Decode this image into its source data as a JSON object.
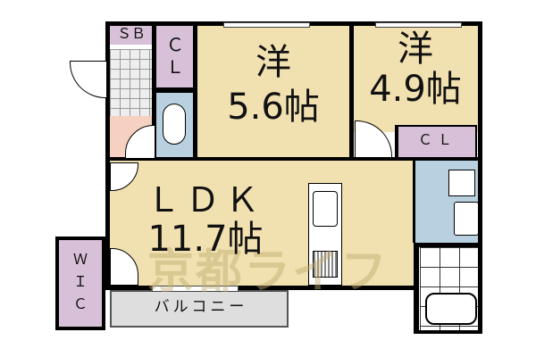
{
  "floor_plan": {
    "rooms": {
      "western_room_1": {
        "type": "洋",
        "size": "5.6帖"
      },
      "western_room_2": {
        "type": "洋",
        "size": "4.9帖"
      },
      "ldk": {
        "type": "ＬＤＫ",
        "size": "11.7帖"
      },
      "shoe_box": {
        "label": "ＳＢ"
      },
      "closet_1": {
        "label_top": "Ｃ",
        "label_bottom": "Ｌ"
      },
      "closet_2": {
        "label": "ＣＬ"
      },
      "walk_in_closet": {
        "label_w": "Ｗ",
        "label_i": "Ｉ",
        "label_c": "Ｃ"
      },
      "balcony": {
        "label": "バルコニー"
      }
    },
    "watermark": "京都ライフ",
    "colors": {
      "room_floor": "#f1e0b0",
      "closet": "#d8c0d8",
      "toilet_wash": "#b8d0e0",
      "entry": "#f6d0c0",
      "balcony": "#dedede",
      "wall": "#000000"
    }
  }
}
